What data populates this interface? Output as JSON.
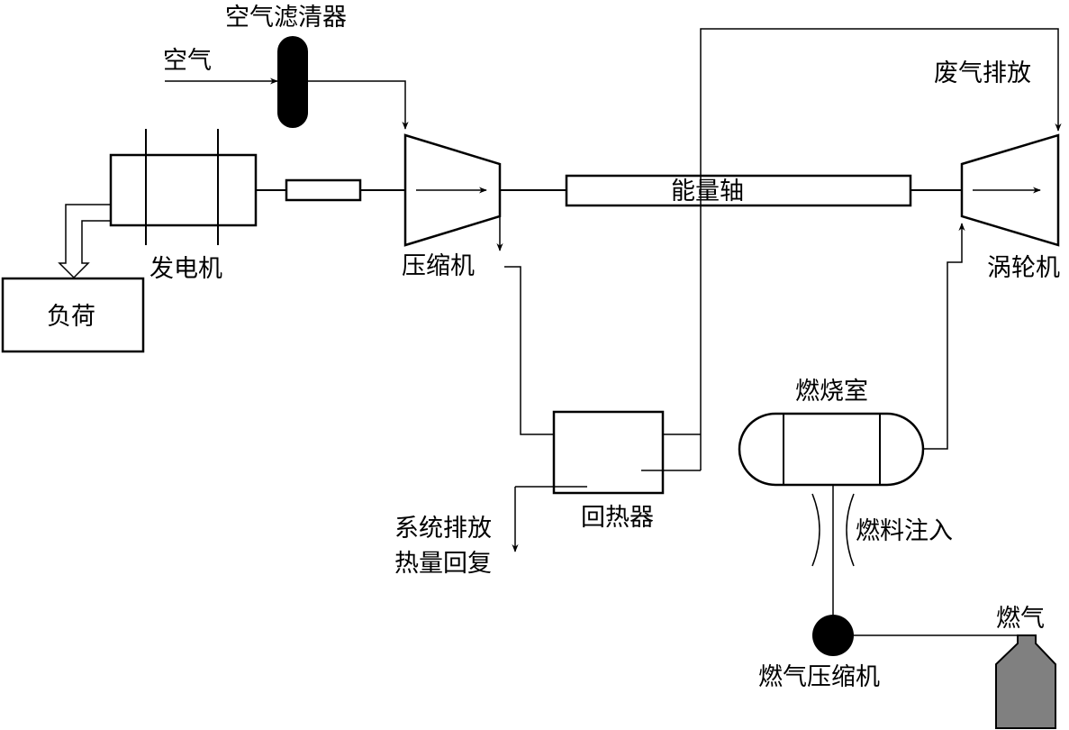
{
  "labels": {
    "air_filter": "空气滤清器",
    "air": "空气",
    "exhaust": "废气排放",
    "shaft": "能量轴",
    "generator": "发电机",
    "compressor": "压缩机",
    "turbine": "涡轮机",
    "load": "负荷",
    "combustor": "燃烧室",
    "recuperator": "回热器",
    "heat_recovery_1": "系统排放",
    "heat_recovery_2": "热量回复",
    "fuel_injection": "燃料注入",
    "fuel_gas": "燃气",
    "gas_compressor": "燃气压缩机"
  },
  "colors": {
    "line": "#000000",
    "filter_fill": "#000000",
    "fuel_tank_fill": "#808080",
    "background": "#ffffff"
  }
}
